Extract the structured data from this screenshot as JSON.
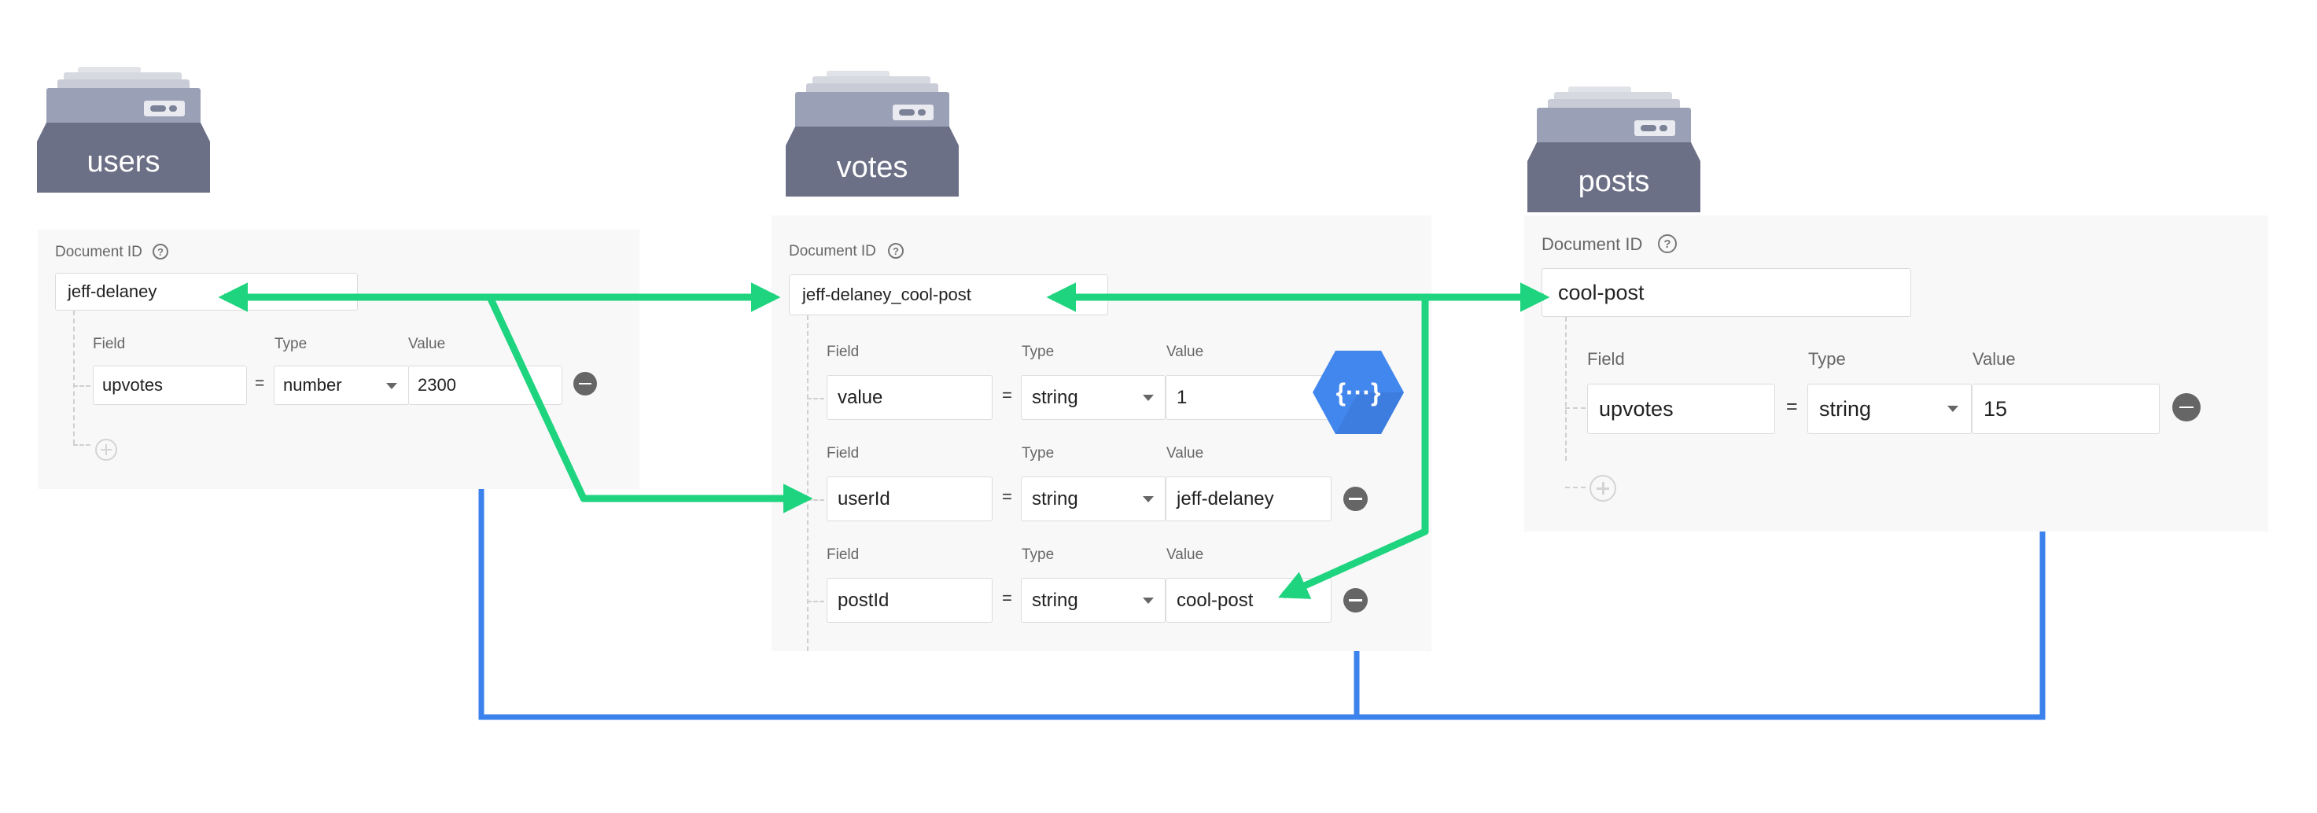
{
  "labels": {
    "document_id": "Document ID",
    "field": "Field",
    "type": "Type",
    "value": "Value",
    "equals": "=",
    "help": "?"
  },
  "collections": {
    "users": {
      "name": "users",
      "document_id": "jeff-delaney",
      "fields": [
        {
          "field": "upvotes",
          "type": "number",
          "value": "2300"
        }
      ]
    },
    "votes": {
      "name": "votes",
      "document_id": "jeff-delaney_cool-post",
      "fields": [
        {
          "field": "value",
          "type": "string",
          "value": "1"
        },
        {
          "field": "userId",
          "type": "string",
          "value": "jeff-delaney"
        },
        {
          "field": "postId",
          "type": "string",
          "value": "cool-post"
        }
      ]
    },
    "posts": {
      "name": "posts",
      "document_id": "cool-post",
      "fields": [
        {
          "field": "upvotes",
          "type": "string",
          "value": "15"
        }
      ]
    }
  },
  "function_icon": {
    "name": "cloud-functions-icon",
    "glyph": "{···}"
  },
  "colors": {
    "green_arrow": "#1fd47f",
    "blue_line": "#3c82ec",
    "function_hex": "#4287ee",
    "box": "#6c7087"
  }
}
